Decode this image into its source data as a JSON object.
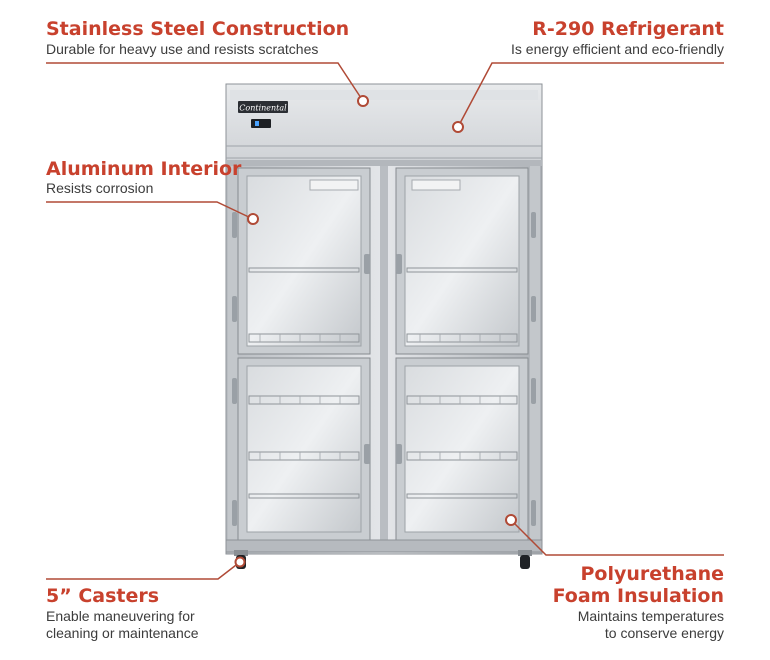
{
  "brand": {
    "name": "Continental"
  },
  "colors": {
    "accent": "#c8412d",
    "line": "#b04a36",
    "text": "#3c3c3c",
    "steel": "#c9ccd0"
  },
  "callouts": {
    "stainless": {
      "title": "Stainless Steel Construction",
      "desc": "Durable for heavy use and resists scratches"
    },
    "refrigerant": {
      "title": "R-290 Refrigerant",
      "desc": "Is energy efficient and eco-friendly"
    },
    "interior": {
      "title": "Aluminum Interior",
      "desc": "Resists corrosion"
    },
    "casters": {
      "title": "5” Casters",
      "desc1": "Enable maneuvering for",
      "desc2": "cleaning or maintenance"
    },
    "insulation": {
      "title1": "Polyurethane",
      "title2": "Foam Insulation",
      "desc1": "Maintains temperatures",
      "desc2": "to conserve energy"
    }
  }
}
